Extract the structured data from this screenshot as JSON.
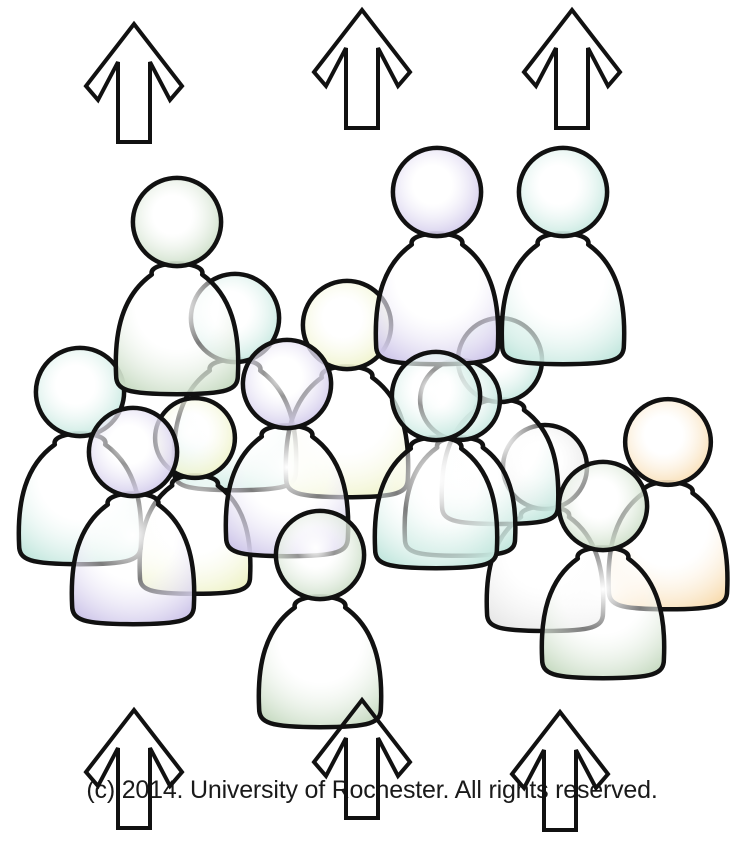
{
  "copyright": "(c) 2014. University of Rochester. All rights reserved.",
  "colors": {
    "green": "#c9dcc4",
    "teal": "#c3e7de",
    "purple": "#cfc7ea",
    "yellow": "#eef2c6",
    "orange": "#f8dcb0",
    "gray": "#e7e7e7",
    "outline": "#111111"
  },
  "figures": [
    {
      "name": "figure-gray-right",
      "color": "gray"
    },
    {
      "name": "figure-teal-back",
      "color": "teal"
    },
    {
      "name": "figure-yellow-left",
      "color": "yellow"
    },
    {
      "name": "figure-teal-back-center",
      "color": "teal"
    },
    {
      "name": "figure-yellow-center",
      "color": "yellow"
    },
    {
      "name": "figure-teal-back-right",
      "color": "teal"
    },
    {
      "name": "figure-orange-right",
      "color": "orange"
    },
    {
      "name": "figure-teal-left",
      "color": "teal"
    },
    {
      "name": "figure-green-top-left",
      "color": "green"
    },
    {
      "name": "figure-purple-top",
      "color": "purple"
    },
    {
      "name": "figure-teal-top-right",
      "color": "teal"
    },
    {
      "name": "figure-teal-center",
      "color": "teal"
    },
    {
      "name": "figure-purple-left",
      "color": "purple"
    },
    {
      "name": "figure-purple-center",
      "color": "purple"
    },
    {
      "name": "figure-green-right",
      "color": "green"
    },
    {
      "name": "figure-green-bottom",
      "color": "green"
    }
  ],
  "arrows": [
    {
      "name": "up-arrow-top-left"
    },
    {
      "name": "up-arrow-top-center"
    },
    {
      "name": "up-arrow-top-right"
    },
    {
      "name": "up-arrow-bottom-left"
    },
    {
      "name": "up-arrow-bottom-center"
    },
    {
      "name": "up-arrow-bottom-right"
    }
  ]
}
